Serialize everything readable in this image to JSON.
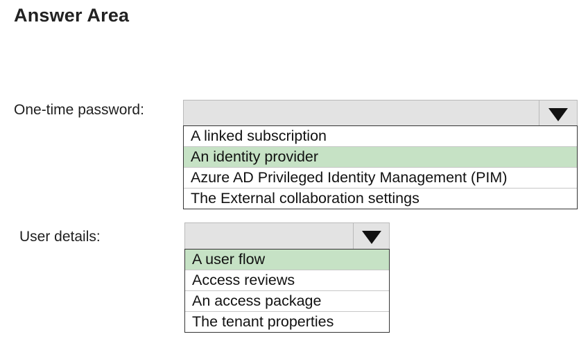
{
  "title": "Answer Area",
  "fields": [
    {
      "label": "One-time password:",
      "selected_value": "",
      "options": [
        "A linked subscription",
        "An identity provider",
        "Azure AD Privileged Identity Management (PIM)",
        "The External collaboration settings"
      ],
      "highlighted_option_index": 1
    },
    {
      "label": "User details:",
      "selected_value": "",
      "options": [
        "A user flow",
        "Access reviews",
        "An access package",
        "The tenant properties"
      ],
      "highlighted_option_index": 0
    }
  ],
  "colors": {
    "highlight": "#c6e2c5",
    "dropdown_bg": "#e3e3e3",
    "arrow": "#111111"
  },
  "icons": {
    "dropdown_arrow": "chevron-down-icon"
  }
}
